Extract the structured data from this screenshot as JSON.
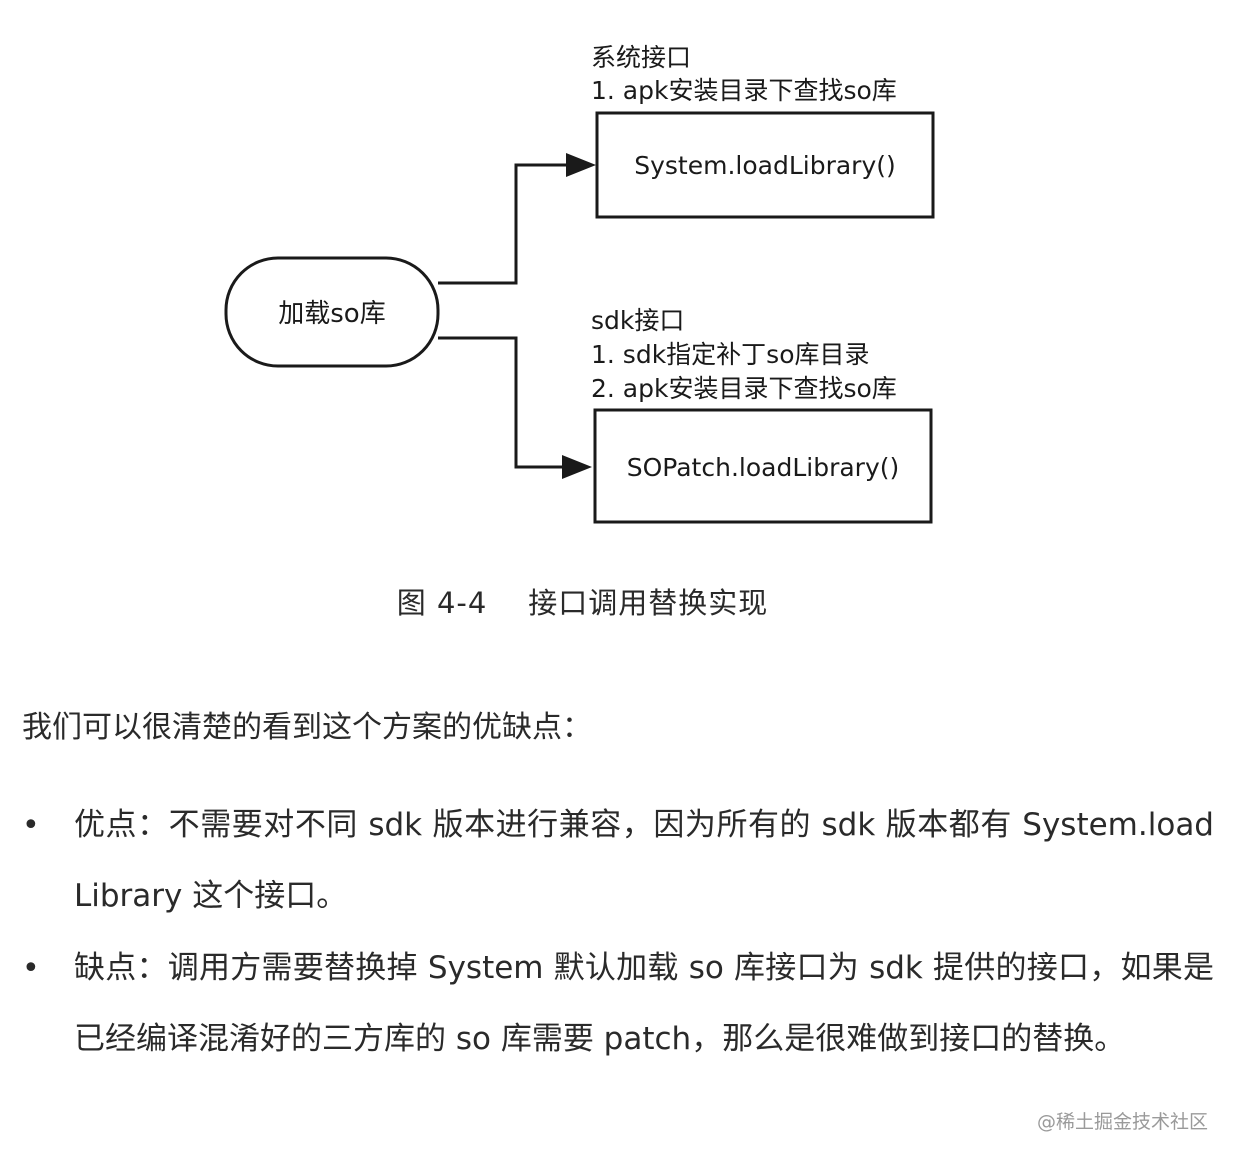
{
  "diagram": {
    "start_node": "加载so库",
    "top_note_title": "系统接口",
    "top_note_line1": "1. apk安装目录下查找so库",
    "top_box": "System.loadLibrary()",
    "bottom_note_title": "sdk接口",
    "bottom_note_line1": "1. sdk指定补丁so库目录",
    "bottom_note_line2": "2. apk安装目录下查找so库",
    "bottom_box": "SOPatch.loadLibrary()"
  },
  "caption": "图 4-4    接口调用替换实现",
  "intro": "我们可以很清楚的看到这个方案的优缺点：",
  "bullets": [
    "优点：不需要对不同 sdk 版本进行兼容，因为所有的 sdk 版本都有 System.loadLibrary 这个接口。",
    "缺点：调用方需要替换掉 System 默认加载 so 库接口为 sdk 提供的接口，如果是已经编译混淆好的三方库的 so 库需要 patch，那么是很难做到接口的替换。"
  ],
  "bullet_symbol": "•",
  "watermark": "@稀土掘金技术社区"
}
